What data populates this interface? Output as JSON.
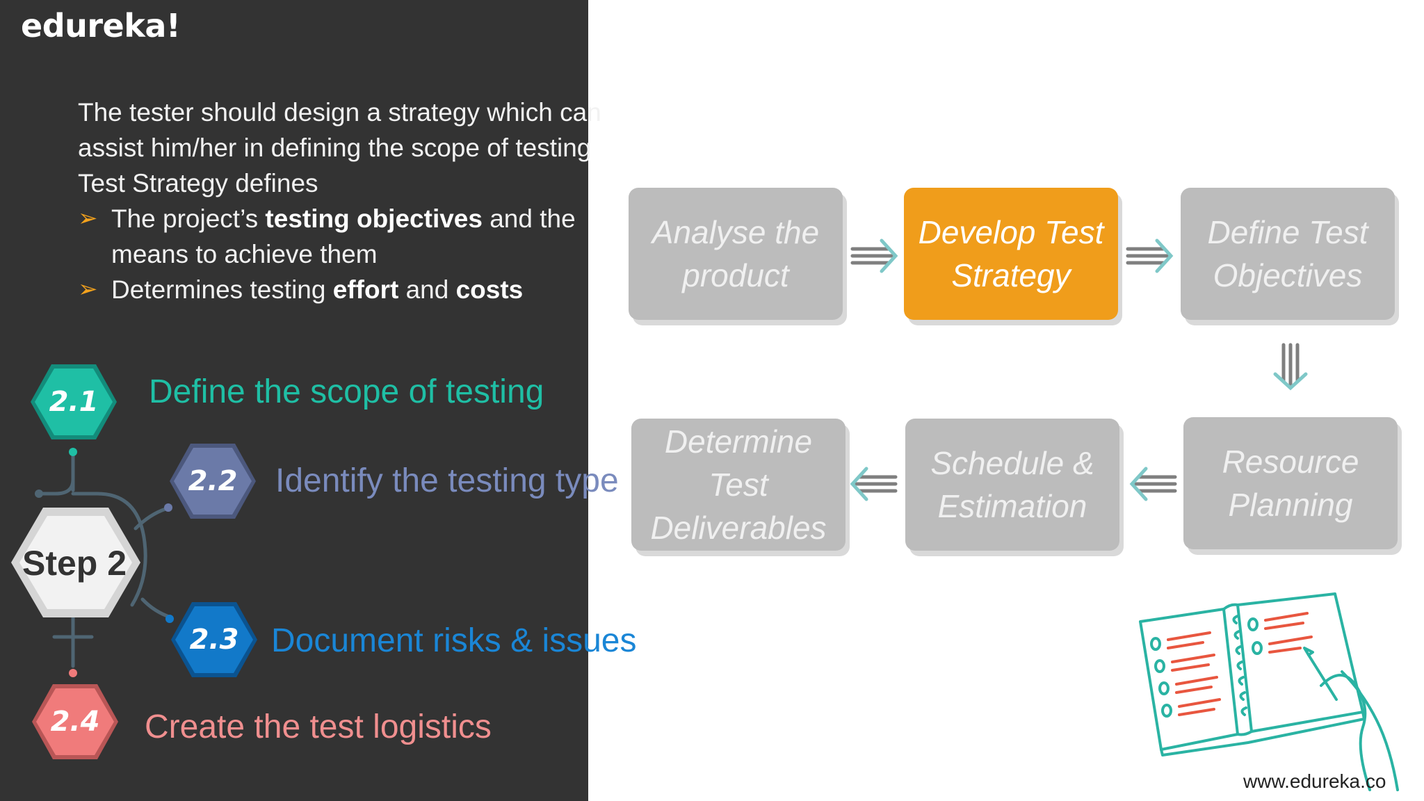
{
  "logo": "edureka!",
  "intro": {
    "line1": "The tester should design a strategy which can",
    "line2": "assist him/her in defining the scope of testing",
    "line3": "Test Strategy defines",
    "bullet1": {
      "pre": "The project’s ",
      "bold": "testing objectives",
      "post": " and the means to achieve them"
    },
    "bullet2": {
      "pre": "Determines testing ",
      "bold1": "effort",
      "mid": " and ",
      "bold2": "costs"
    },
    "bullet_glyph": "➢"
  },
  "step": {
    "label": "Step 2",
    "substeps": [
      {
        "num": "2.1",
        "text": "Define the scope of testing",
        "color": "#1fbfa5"
      },
      {
        "num": "2.2",
        "text": "Identify the testing type",
        "color": "#6b7aa8"
      },
      {
        "num": "2.3",
        "text": "Document risks & issues",
        "color": "#1279c9"
      },
      {
        "num": "2.4",
        "text": "Create the test logistics",
        "color": "#f07b7b"
      }
    ]
  },
  "flow": {
    "boxes": [
      {
        "line1": "Analyse the",
        "line2": "product",
        "active": false
      },
      {
        "line1": "Develop Test",
        "line2": "Strategy",
        "active": true
      },
      {
        "line1": "Define Test",
        "line2": "Objectives",
        "active": false
      },
      {
        "line1": "Resource",
        "line2": "Planning",
        "active": false
      },
      {
        "line1": "Schedule &",
        "line2": "Estimation",
        "active": false
      },
      {
        "line1": "Determine Test",
        "line2": "Deliverables",
        "active": false
      }
    ],
    "arrow_icon": "triple-arrow-icon",
    "active_color": "#f09d1b",
    "inactive_color": "#bcbcbc"
  },
  "illustration_icon": "notebook-writing-icon",
  "footer_url": "www.edureka.co"
}
